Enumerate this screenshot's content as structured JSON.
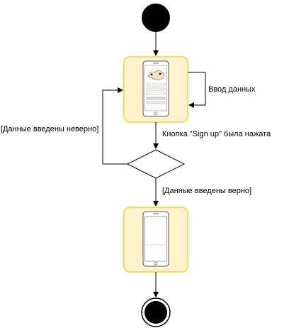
{
  "diagram": {
    "nodes": [
      {
        "id": "start",
        "kind": "initial-node"
      },
      {
        "id": "signup-screen",
        "kind": "activity-state",
        "icon": "phone-signup-screen-icon"
      },
      {
        "id": "decision",
        "kind": "decision-node"
      },
      {
        "id": "main-screen",
        "kind": "activity-state",
        "icon": "phone-blank-screen-icon"
      },
      {
        "id": "end",
        "kind": "final-node"
      }
    ],
    "labels": {
      "self_loop": "Ввод данных",
      "signup_pressed": "Кнопка \"Sign up\" была нажата",
      "invalid_data": "[Данные введены неверно]",
      "valid_data": "[Данные введены верно]"
    },
    "colors": {
      "state_fill": "#fff2cc",
      "state_stroke": "#ffd966",
      "node": "#000000",
      "line": "#000000"
    }
  }
}
